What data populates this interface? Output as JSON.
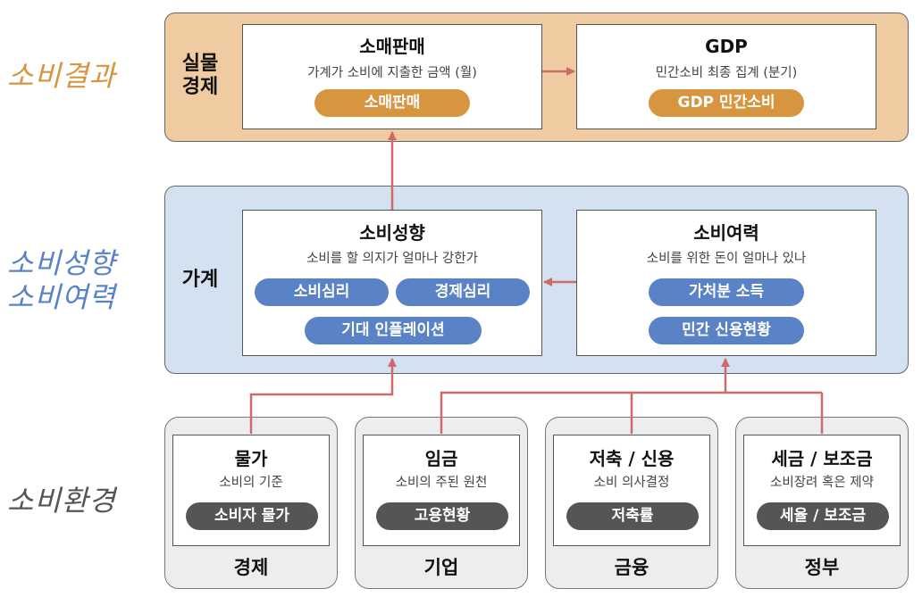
{
  "colors": {
    "result_accent": "#d7953f",
    "result_bg": "#f0cba1",
    "household_accent": "#5a82c6",
    "household_bg": "#d3e1f1",
    "env_accent": "#555555",
    "env_bg": "#ededed",
    "arrow": "#d06a6a"
  },
  "tiers": {
    "result": {
      "side_label": "소비결과",
      "label_line1": "실물",
      "label_line2": "경제",
      "retail": {
        "title": "소매판매",
        "desc": "가계가 소비에 지출한 금액 (월)",
        "pills": [
          "소매판매"
        ]
      },
      "gdp": {
        "title": "GDP",
        "desc": "민간소비 최종 집계 (분기)",
        "pills": [
          "GDP 민간소비"
        ]
      }
    },
    "household": {
      "side_label_line1": "소비성향",
      "side_label_line2": "소비여력",
      "label": "가계",
      "propensity": {
        "title": "소비성향",
        "desc": "소비를 할 의지가 얼마나 강한가",
        "pills": [
          "소비심리",
          "경제심리",
          "기대 인플레이션"
        ]
      },
      "capacity": {
        "title": "소비여력",
        "desc": "소비를 위한 돈이 얼마나 있나",
        "pills": [
          "가처분 소득",
          "민간 신용현황"
        ]
      }
    },
    "environment": {
      "side_label": "소비환경",
      "boxes": [
        {
          "title": "물가",
          "desc": "소비의 기준",
          "pill": "소비자 물가",
          "footer": "경제"
        },
        {
          "title": "임금",
          "desc": "소비의 주된 원천",
          "pill": "고용현황",
          "footer": "기업"
        },
        {
          "title": "저축 / 신용",
          "desc": "소비 의사결정",
          "pill": "저축률",
          "footer": "금융"
        },
        {
          "title": "세금 / 보조금",
          "desc": "소비장려 혹은 제약",
          "pill": "세율 / 보조금",
          "footer": "정부"
        }
      ]
    }
  }
}
